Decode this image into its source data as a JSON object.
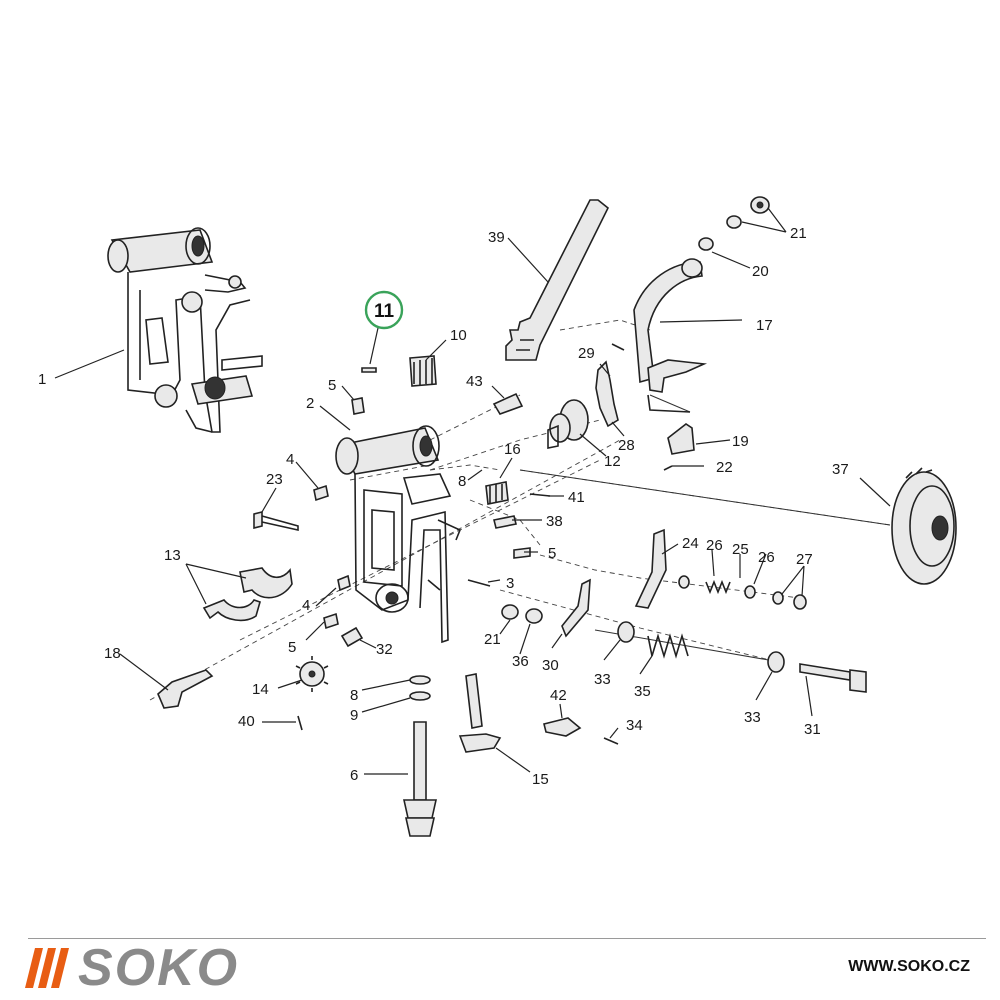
{
  "diagram": {
    "highlight_label": "11",
    "labels": [
      "1",
      "2",
      "3",
      "4",
      "4",
      "5",
      "5",
      "5",
      "6",
      "8",
      "8",
      "9",
      "10",
      "12",
      "13",
      "14",
      "15",
      "16",
      "17",
      "18",
      "19",
      "20",
      "21",
      "21",
      "22",
      "23",
      "24",
      "25",
      "26",
      "26",
      "27",
      "28",
      "29",
      "30",
      "31",
      "32",
      "33",
      "33",
      "34",
      "35",
      "36",
      "37",
      "38",
      "39",
      "40",
      "41",
      "42",
      "43"
    ]
  },
  "brand": {
    "name": "SOKO",
    "url": "WWW.SOKO.CZ"
  },
  "colors": {
    "accent": "#e85d13",
    "brand_gray": "#8a8a8a",
    "highlight": "#3aa35a",
    "ink": "#222222"
  }
}
